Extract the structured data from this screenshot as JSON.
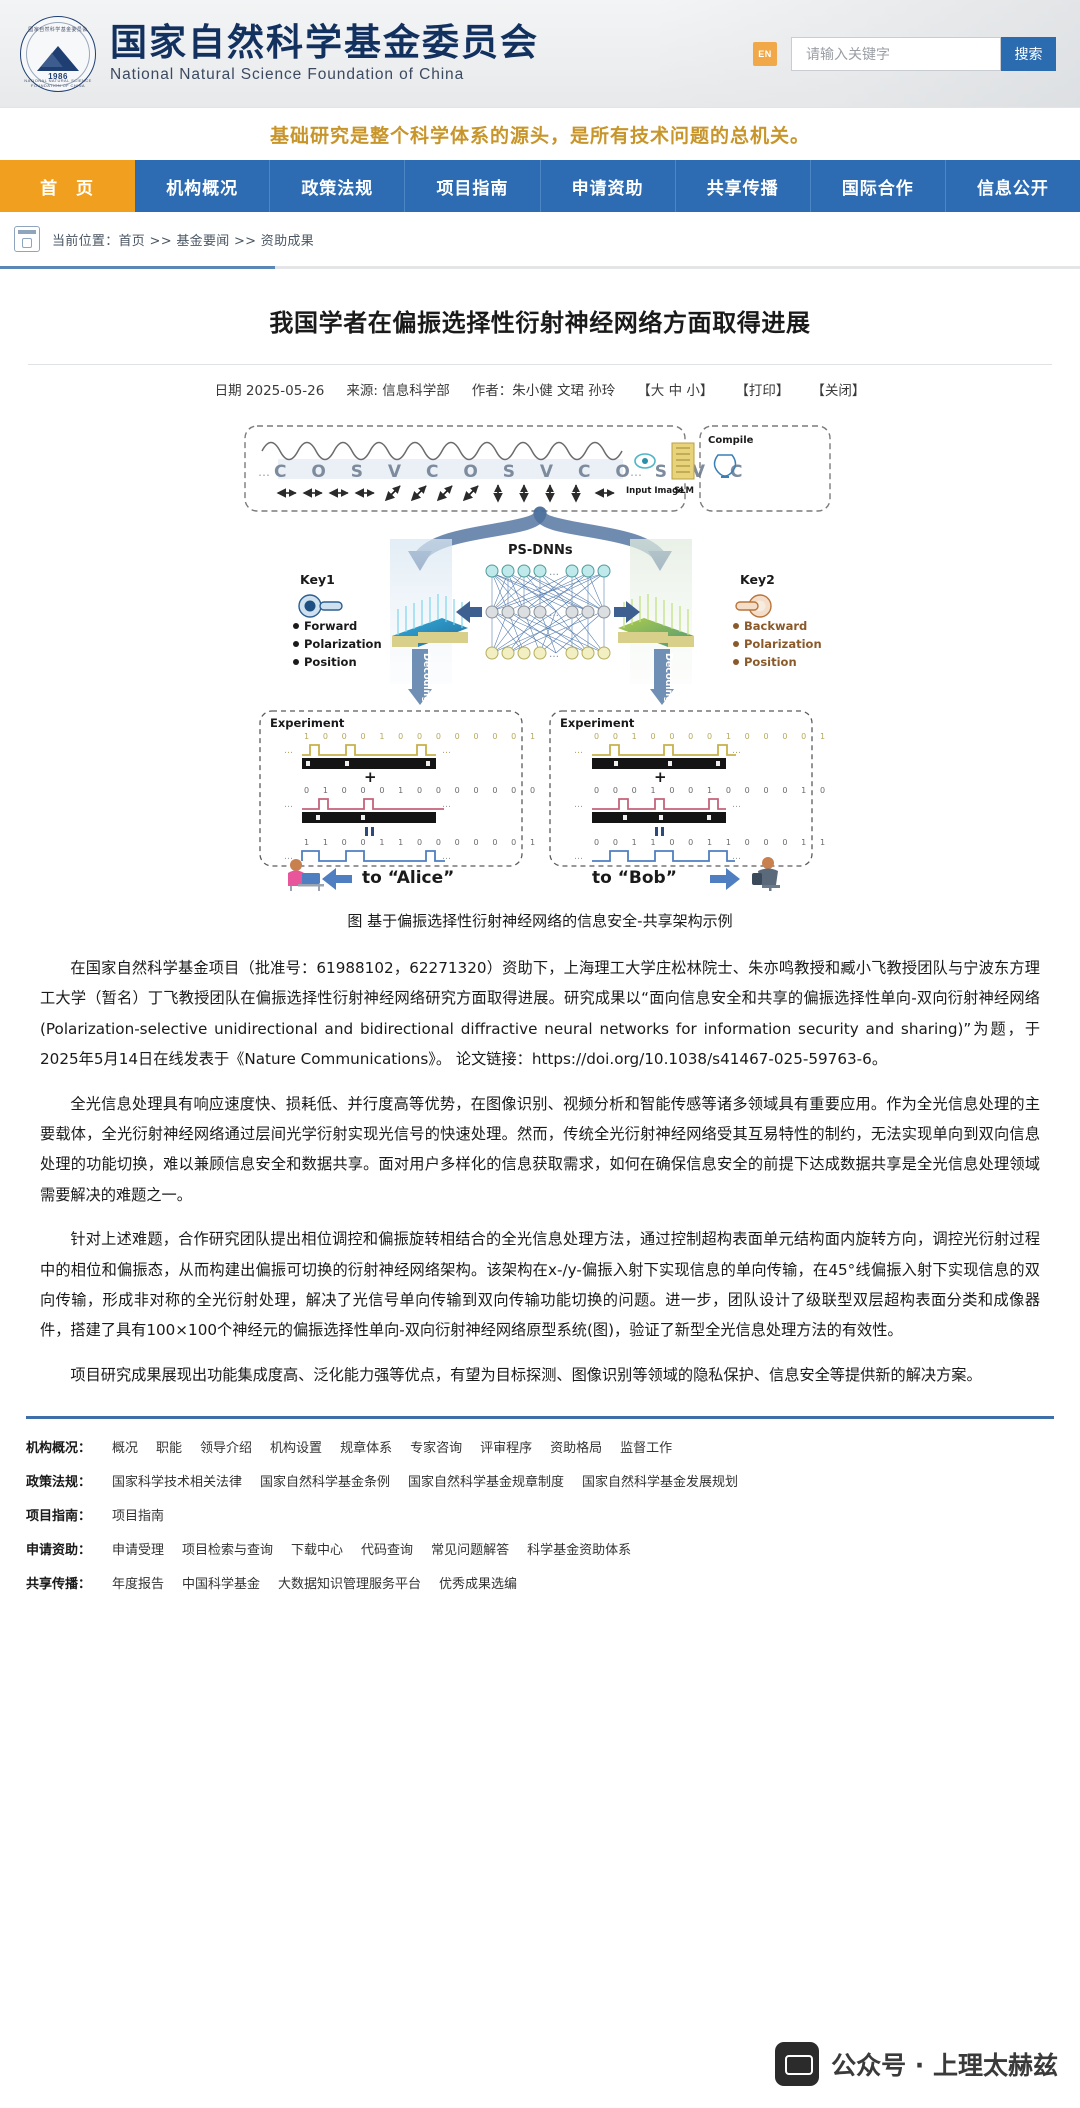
{
  "header": {
    "org_name_cn": "国家自然科学基金委员会",
    "org_name_en": "National Natural Science Foundation of China",
    "seal_year": "1986",
    "seal_arc_top": "国家自然科学基金委员会",
    "seal_arc_bottom": "NATIONAL NATURAL SCIENCE FOUNDATION OF CHINA",
    "lang_badge": "EN",
    "search": {
      "placeholder": "请输入关键字",
      "value": "",
      "button_label": "搜索"
    }
  },
  "slogan": "基础研究是整个科学体系的源头，是所有技术问题的总机关。",
  "nav": {
    "items": [
      {
        "label": "首　页",
        "active": true
      },
      {
        "label": "机构概况",
        "active": false
      },
      {
        "label": "政策法规",
        "active": false
      },
      {
        "label": "项目指南",
        "active": false
      },
      {
        "label": "申请资助",
        "active": false
      },
      {
        "label": "共享传播",
        "active": false
      },
      {
        "label": "国际合作",
        "active": false
      },
      {
        "label": "信息公开",
        "active": false
      }
    ]
  },
  "breadcrumb": {
    "text": "当前位置：首页 >> 基金要闻 >> 资助成果"
  },
  "article": {
    "title": "我国学者在偏振选择性衍射神经网络方面取得进展",
    "meta": {
      "date": "日期 2025-05-26",
      "source": "来源: 信息科学部",
      "authors": "作者：朱小健 文珺 孙玲",
      "font_size": "【大 中 小】",
      "print": "【打印】",
      "close": "【关闭】"
    },
    "figure": {
      "caption": "图 基于偏振选择性衍射神经网络的信息安全-共享架构示例",
      "input_panel": {
        "letters": "C O S V C O S V C O S V C",
        "leading_ellipsis": "…",
        "trailing_ellipsis": "…",
        "input_image_label": "Input Image",
        "slm_label": "SLM",
        "compile_label": "Compile"
      },
      "network": {
        "title": "PS-DNNs",
        "ellipsis": "…"
      },
      "key1": {
        "title": "Key1",
        "bullets": [
          "Forward",
          "Polarization",
          "Position"
        ]
      },
      "key2": {
        "title": "Key2",
        "bullets": [
          "Backward",
          "Polarization",
          "Position"
        ]
      },
      "decoding_label": "Decoding",
      "experiment_left": {
        "title": "Experiment",
        "row1_bits": "1 0 0 0 1 0 0 0 0 0 0 0 1",
        "row2_bits": "0 1 0 0 0 1 0 0 0 0 0 0 0",
        "row3_bits": "1 1 0 0 1 1 0 0 0 0 0 0 1",
        "plus": "+",
        "equals": "=",
        "recipient": "to “Alice”"
      },
      "experiment_right": {
        "title": "Experiment",
        "row1_bits": "0 0 1 0 0 0 0 1 0 0 0 0 1",
        "row2_bits": "0 0 0 1 0 0 1 0 0 0 0 1 0",
        "row3_bits": "0 0 1 1 0 0 1 1 0 0 0 1 1",
        "plus": "+",
        "equals": "=",
        "recipient": "to “Bob”"
      }
    },
    "paragraphs": [
      "在国家自然科学基金项目（批准号：61988102，62271320）资助下，上海理工大学庄松林院士、朱亦鸣教授和臧小飞教授团队与宁波东方理工大学（暂名）丁飞教授团队在偏振选择性衍射神经网络研究方面取得进展。研究成果以“面向信息安全和共享的偏振选择性单向-双向衍射神经网络(Polarization-selective unidirectional and bidirectional diffractive neural networks for information security and sharing)”为题，于2025年5月14日在线发表于《Nature Communications》。 论文链接：https://doi.org/10.1038/s41467-025-59763-6。",
      "全光信息处理具有响应速度快、损耗低、并行度高等优势，在图像识别、视频分析和智能传感等诸多领域具有重要应用。作为全光信息处理的主要载体，全光衍射神经网络通过层间光学衍射实现光信号的快速处理。然而，传统全光衍射神经网络受其互易特性的制约，无法实现单向到双向信息处理的功能切换，难以兼顾信息安全和数据共享。面对用户多样化的信息获取需求，如何在确保信息安全的前提下达成数据共享是全光信息处理领域需要解决的难题之一。",
      "针对上述难题，合作研究团队提出相位调控和偏振旋转相结合的全光信息处理方法，通过控制超构表面单元结构面内旋转方向，调控光衍射过程中的相位和偏振态，从而构建出偏振可切换的衍射神经网络架构。该架构在x-/y-偏振入射下实现信息的单向传输，在45°线偏振入射下实现信息的双向传输，形成非对称的全光衍射处理，解决了光信号单向传输到双向传输功能切换的问题。进一步，团队设计了级联型双层超构表面分类和成像器件，搭建了具有100×100个神经元的偏振选择性单向-双向衍射神经网络原型系统(图)，验证了新型全光信息处理方法的有效性。",
      "项目研究成果展现出功能集成度高、泛化能力强等优点，有望为目标探测、图像识别等领域的隐私保护、信息安全等提供新的解决方案。"
    ]
  },
  "footer": {
    "rows": [
      {
        "label": "机构概况：",
        "links": [
          "概况",
          "职能",
          "领导介绍",
          "机构设置",
          "规章体系",
          "专家咨询",
          "评审程序",
          "资助格局",
          "监督工作"
        ]
      },
      {
        "label": "政策法规：",
        "links": [
          "国家科学技术相关法律",
          "国家自然科学基金条例",
          "国家自然科学基金规章制度",
          "国家自然科学基金发展规划"
        ]
      },
      {
        "label": "项目指南：",
        "links": [
          "项目指南"
        ]
      },
      {
        "label": "申请资助：",
        "links": [
          "申请受理",
          "项目检索与查询",
          "下载中心",
          "代码查询",
          "常见问题解答",
          "科学基金资助体系"
        ]
      },
      {
        "label": "共享传播：",
        "links": [
          "年度报告",
          "中国科学基金",
          "大数据知识管理服务平台",
          "优秀成果选编"
        ]
      }
    ]
  },
  "watermark": {
    "text": "公众号 · 上理太赫兹"
  },
  "colors": {
    "nav_blue": "#2d6cb3",
    "nav_active_orange": "#f0a01e",
    "slogan_gold": "#c8952b",
    "logo_navy": "#13315f",
    "search_button": "#2b6cb0"
  }
}
